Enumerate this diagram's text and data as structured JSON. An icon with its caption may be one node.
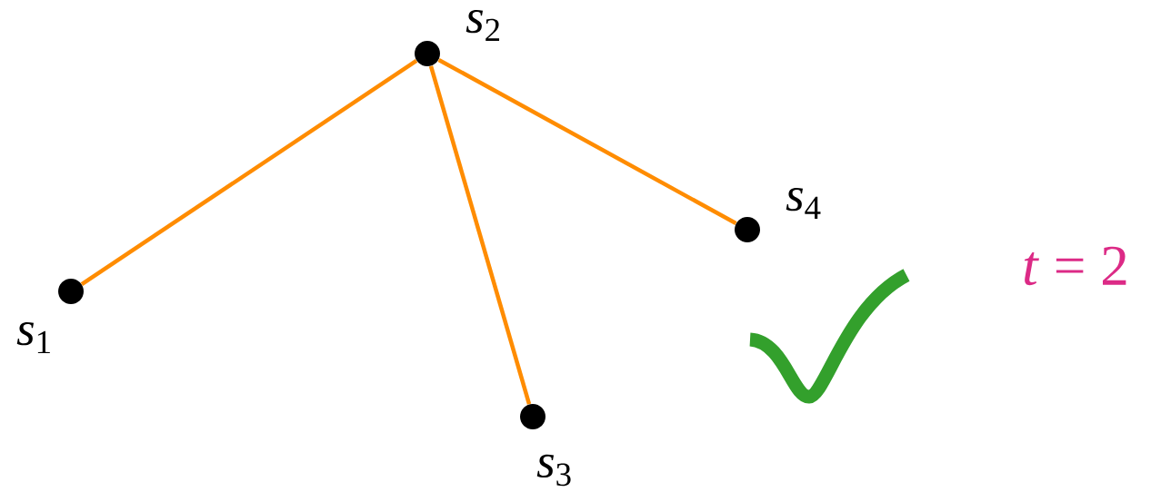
{
  "diagram": {
    "nodes": [
      {
        "text": [],
        "shape": "circle",
        "beside": [
          "*s*$_{1}$"
        ]
      },
      {
        "text": [],
        "shape": "circle",
        "beside": [
          "*s*$_{2}$"
        ]
      },
      {
        "text": [],
        "shape": "circle",
        "beside": [
          "*s*$_{3}$"
        ]
      },
      {
        "text": [],
        "shape": "circle",
        "beside": [
          "*s*$_{4}$"
        ]
      }
    ],
    "edges": [
      {
        "from": 1,
        "to": 0,
        "arrow": "none"
      },
      {
        "from": 1,
        "to": 2,
        "arrow": "none"
      },
      {
        "from": 1,
        "to": 3,
        "arrow": "none"
      }
    ],
    "labels": [
      "*t* = 2"
    ]
  }
}
